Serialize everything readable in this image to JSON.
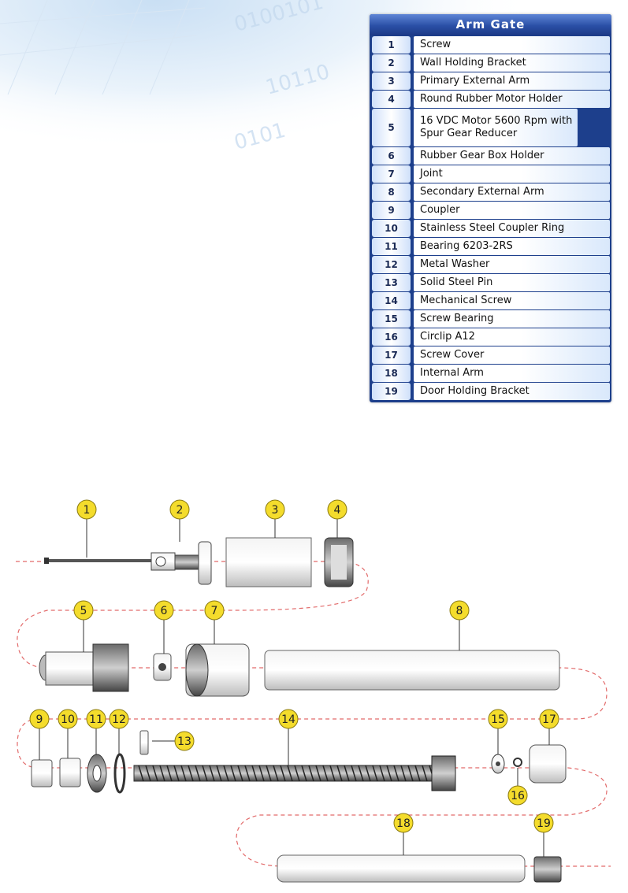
{
  "table": {
    "title": "Arm Gate",
    "rows": [
      {
        "num": "1",
        "name": "Screw"
      },
      {
        "num": "2",
        "name": "Wall Holding Bracket"
      },
      {
        "num": "3",
        "name": "Primary External Arm"
      },
      {
        "num": "4",
        "name": "Round Rubber Motor Holder"
      },
      {
        "num": "5",
        "name": "16 VDC Motor 5600 Rpm with Spur Gear Reducer"
      },
      {
        "num": "6",
        "name": "Rubber Gear Box Holder"
      },
      {
        "num": "7",
        "name": "Joint"
      },
      {
        "num": "8",
        "name": "Secondary External Arm"
      },
      {
        "num": "9",
        "name": "Coupler"
      },
      {
        "num": "10",
        "name": "Stainless Steel Coupler Ring"
      },
      {
        "num": "11",
        "name": "Bearing 6203-2RS"
      },
      {
        "num": "12",
        "name": "Metal Washer"
      },
      {
        "num": "13",
        "name": "Solid Steel Pin"
      },
      {
        "num": "14",
        "name": "Mechanical Screw"
      },
      {
        "num": "15",
        "name": "Screw Bearing"
      },
      {
        "num": "16",
        "name": "Circlip A12"
      },
      {
        "num": "17",
        "name": "Screw Cover"
      },
      {
        "num": "18",
        "name": "Internal Arm"
      },
      {
        "num": "19",
        "name": "Door Holding Bracket"
      }
    ]
  },
  "callouts": [
    "1",
    "2",
    "3",
    "4",
    "5",
    "6",
    "7",
    "8",
    "9",
    "10",
    "11",
    "12",
    "13",
    "14",
    "15",
    "16",
    "17",
    "18",
    "19"
  ],
  "colors": {
    "header_blue": "#1d3f8c",
    "callout_yellow": "#f4dc2c",
    "dashed_line": "#e26a6a"
  }
}
